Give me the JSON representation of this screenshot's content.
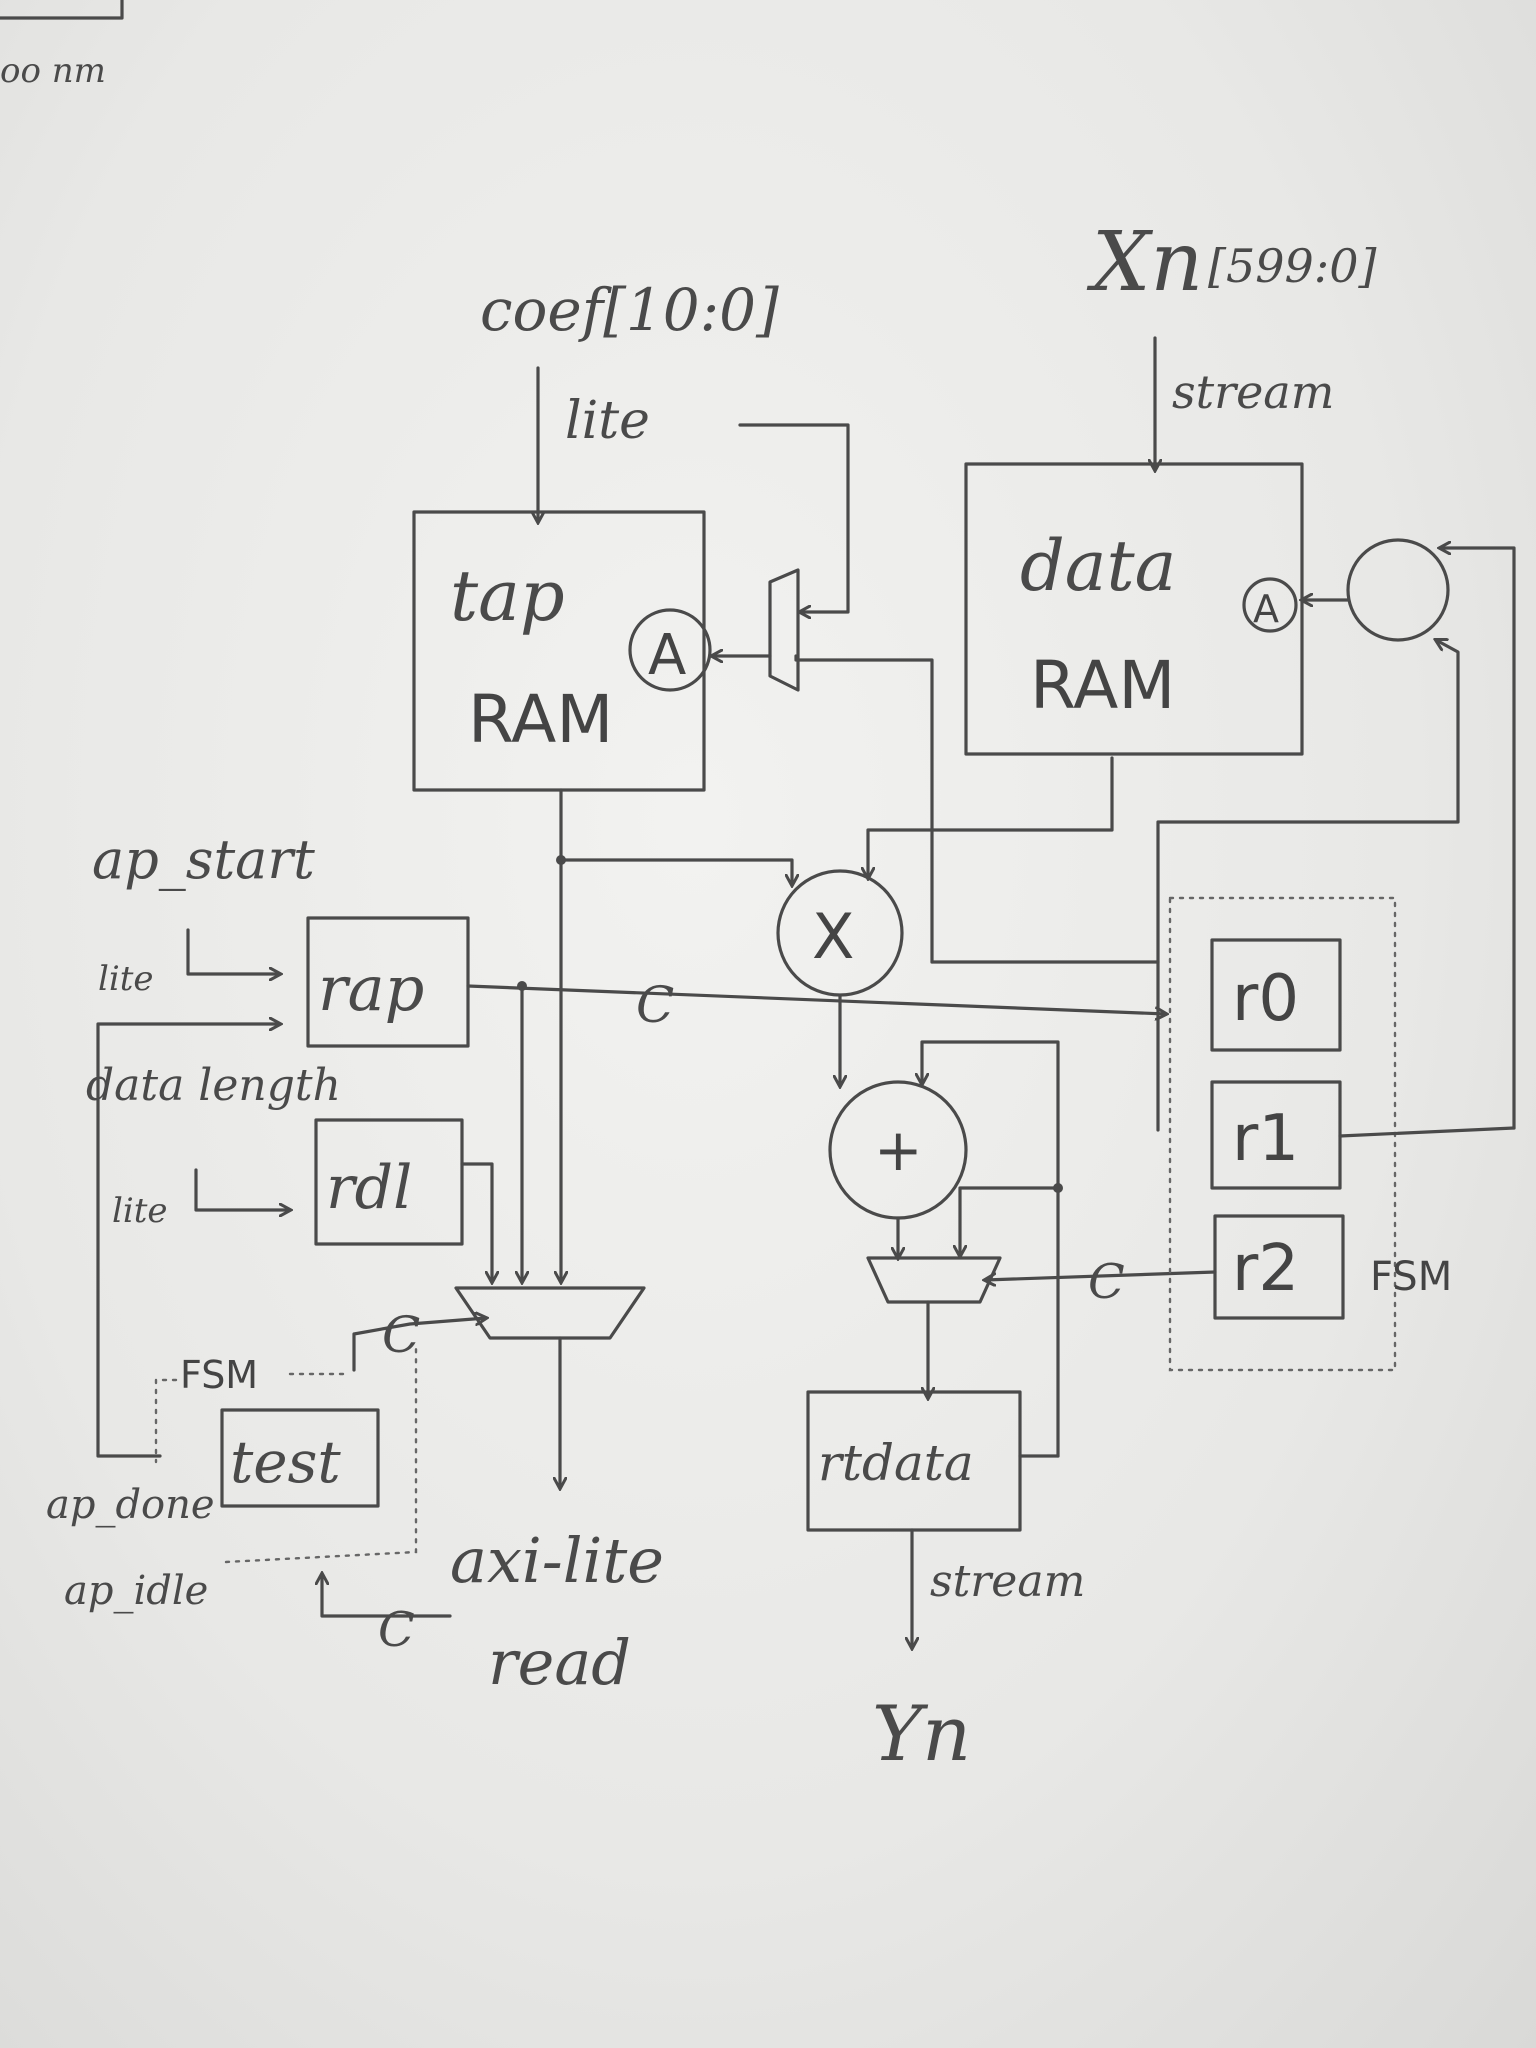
{
  "corner_text": "oo nm",
  "inputs": {
    "coef": "coef[10:0]",
    "coef_interface": "lite",
    "xn": "Xn",
    "xn_range": "[599:0]",
    "xn_interface": "stream"
  },
  "blocks": {
    "tap_ram_line1": "tap",
    "tap_ram_line2": "RAM",
    "data_ram_line1": "data",
    "data_ram_line2": "RAM",
    "address_tag": "A",
    "multiplier": "X",
    "adder": "+",
    "rap": "rap",
    "rdl": "rdl",
    "test": "test",
    "rtdata": "rtdata",
    "r0": "r0",
    "r1": "r1",
    "r2": "r2",
    "control_tag": "C"
  },
  "control": {
    "ap_start": "ap_start",
    "lite1": "lite",
    "data_length": "data length",
    "lite2": "lite",
    "fsm_left": "FSM",
    "fsm_right": "FSM",
    "ap_done": "ap_done",
    "ap_idle": "ap_idle"
  },
  "outputs": {
    "axi_line1": "axi-lite",
    "axi_line2": "read",
    "yn_interface": "stream",
    "yn": "Yn"
  }
}
